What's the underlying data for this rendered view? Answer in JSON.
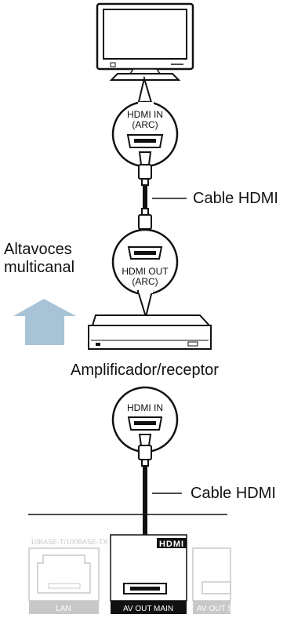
{
  "labels": {
    "tv_port": [
      "HDMI IN",
      "(ARC)"
    ],
    "cable_top": "Cable HDMI",
    "speakers": [
      "Altavoces",
      "multicanal"
    ],
    "amp_port": [
      "HDMI OUT",
      "(ARC)"
    ],
    "amplifier": "Amplificador/receptor",
    "amp_in_port": "HDMI IN",
    "cable_bottom": "Cable HDMI",
    "hdmi_logo": "HDMI",
    "lan_header": "10BASE-T/100BASE-TX",
    "lan": "LAN",
    "av_out_main": "AV OUT  MAIN",
    "av_out_sub": "AV OUT  S"
  },
  "colors": {
    "arrow": "#a9c3d6",
    "faded": "#c8c8c8",
    "ink": "#111111"
  }
}
